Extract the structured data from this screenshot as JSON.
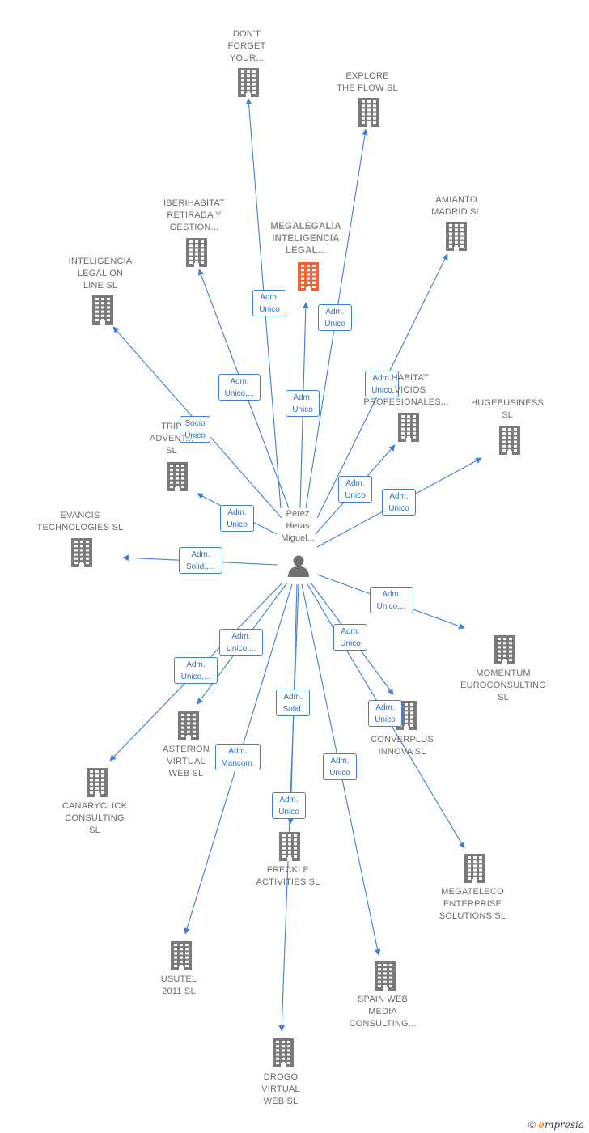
{
  "center": {
    "label": "Perez\nHeras\nMiguel..."
  },
  "colors": {
    "edge": "#3d7fd6",
    "building": "#7a7a7a",
    "highlight": "#f0643c",
    "person": "#707070"
  },
  "companies": [
    {
      "id": "dont-forget",
      "label": "DON'T\nFORGET\nYOUR...",
      "highlight": false,
      "role": "Adm.\nUnico"
    },
    {
      "id": "explore-flow",
      "label": "EXPLORE\nTHE FLOW  SL",
      "highlight": false,
      "role": "Adm.\nUnico"
    },
    {
      "id": "amianto-madrid",
      "label": "AMIANTO\nMADRID  SL",
      "highlight": false,
      "role": "Adm.\nUnico"
    },
    {
      "id": "megalegalia",
      "label": "MEGALEGALIA\nINTELIGENCIA\nLEGAL...",
      "highlight": true,
      "role": "Adm.\nUnico"
    },
    {
      "id": "iberihabitat-retirada",
      "label": "IBERIHABITAT\nRETIRADA Y\nGESTION...",
      "highlight": false,
      "role": "Adm.\nUnico,..."
    },
    {
      "id": "inteligencia-legal",
      "label": "INTELIGENCIA\nLEGAL ON\nLINE  SL",
      "highlight": false,
      "role": "Socio\nÚnico"
    },
    {
      "id": "iberihabitat-servicios",
      "label": "...HABITAT\n...VICIOS\nPROFESIONALES...",
      "highlight": false,
      "role": "Adm.\nUnico"
    },
    {
      "id": "hugebusiness",
      "label": "HUGEBUSINESS\nSL",
      "highlight": false,
      "role": "Adm.\nUnico"
    },
    {
      "id": "trip-adventure",
      "label": "TRIP\nADVENT...\nSL",
      "highlight": false,
      "role": "Adm.\nUnico"
    },
    {
      "id": "evancis",
      "label": "EVANCIS\nTECHNOLOGIES SL",
      "highlight": false,
      "role": "Adm.\nSolid.,..."
    },
    {
      "id": "momentum",
      "label": "MOMENTUM\nEUROCONSULTING\nSL",
      "highlight": false,
      "role": "Adm.\nUnico,..."
    },
    {
      "id": "converplus",
      "label": "CONVERPLUS\nINNOVA  SL",
      "highlight": false,
      "role": "Adm.\nUnico"
    },
    {
      "id": "megateleco",
      "label": "MEGATELECO\nENTERPRISE\nSOLUTIONS  SL",
      "highlight": false,
      "role": "Adm.\nUnico"
    },
    {
      "id": "asterion",
      "label": "ASTERION\nVIRTUAL\nWEB  SL",
      "highlight": false,
      "role": "Adm.\nUnico,..."
    },
    {
      "id": "canaryclick",
      "label": "CANARYCLICK\nCONSULTING\nSL",
      "highlight": false,
      "role": "Adm.\nUnico,..."
    },
    {
      "id": "freckle",
      "label": "FRECKLE\nACTIVITIES  SL",
      "highlight": false,
      "role": "Adm.\nSolid."
    },
    {
      "id": "usutel",
      "label": "USUTEL\n2011 SL",
      "highlight": false,
      "role": "Adm.\nMancom."
    },
    {
      "id": "drogo",
      "label": "DROGO\nVIRTUAL\nWEB  SL",
      "highlight": false,
      "role": "Adm.\nUnico"
    },
    {
      "id": "spain-web",
      "label": "SPAIN WEB\nMEDIA\nCONSULTING...",
      "highlight": false,
      "role": "Adm.\nUnico"
    }
  ],
  "footer": {
    "copyright": "©",
    "brand_e": "e",
    "brand_rest": "mpresia"
  }
}
